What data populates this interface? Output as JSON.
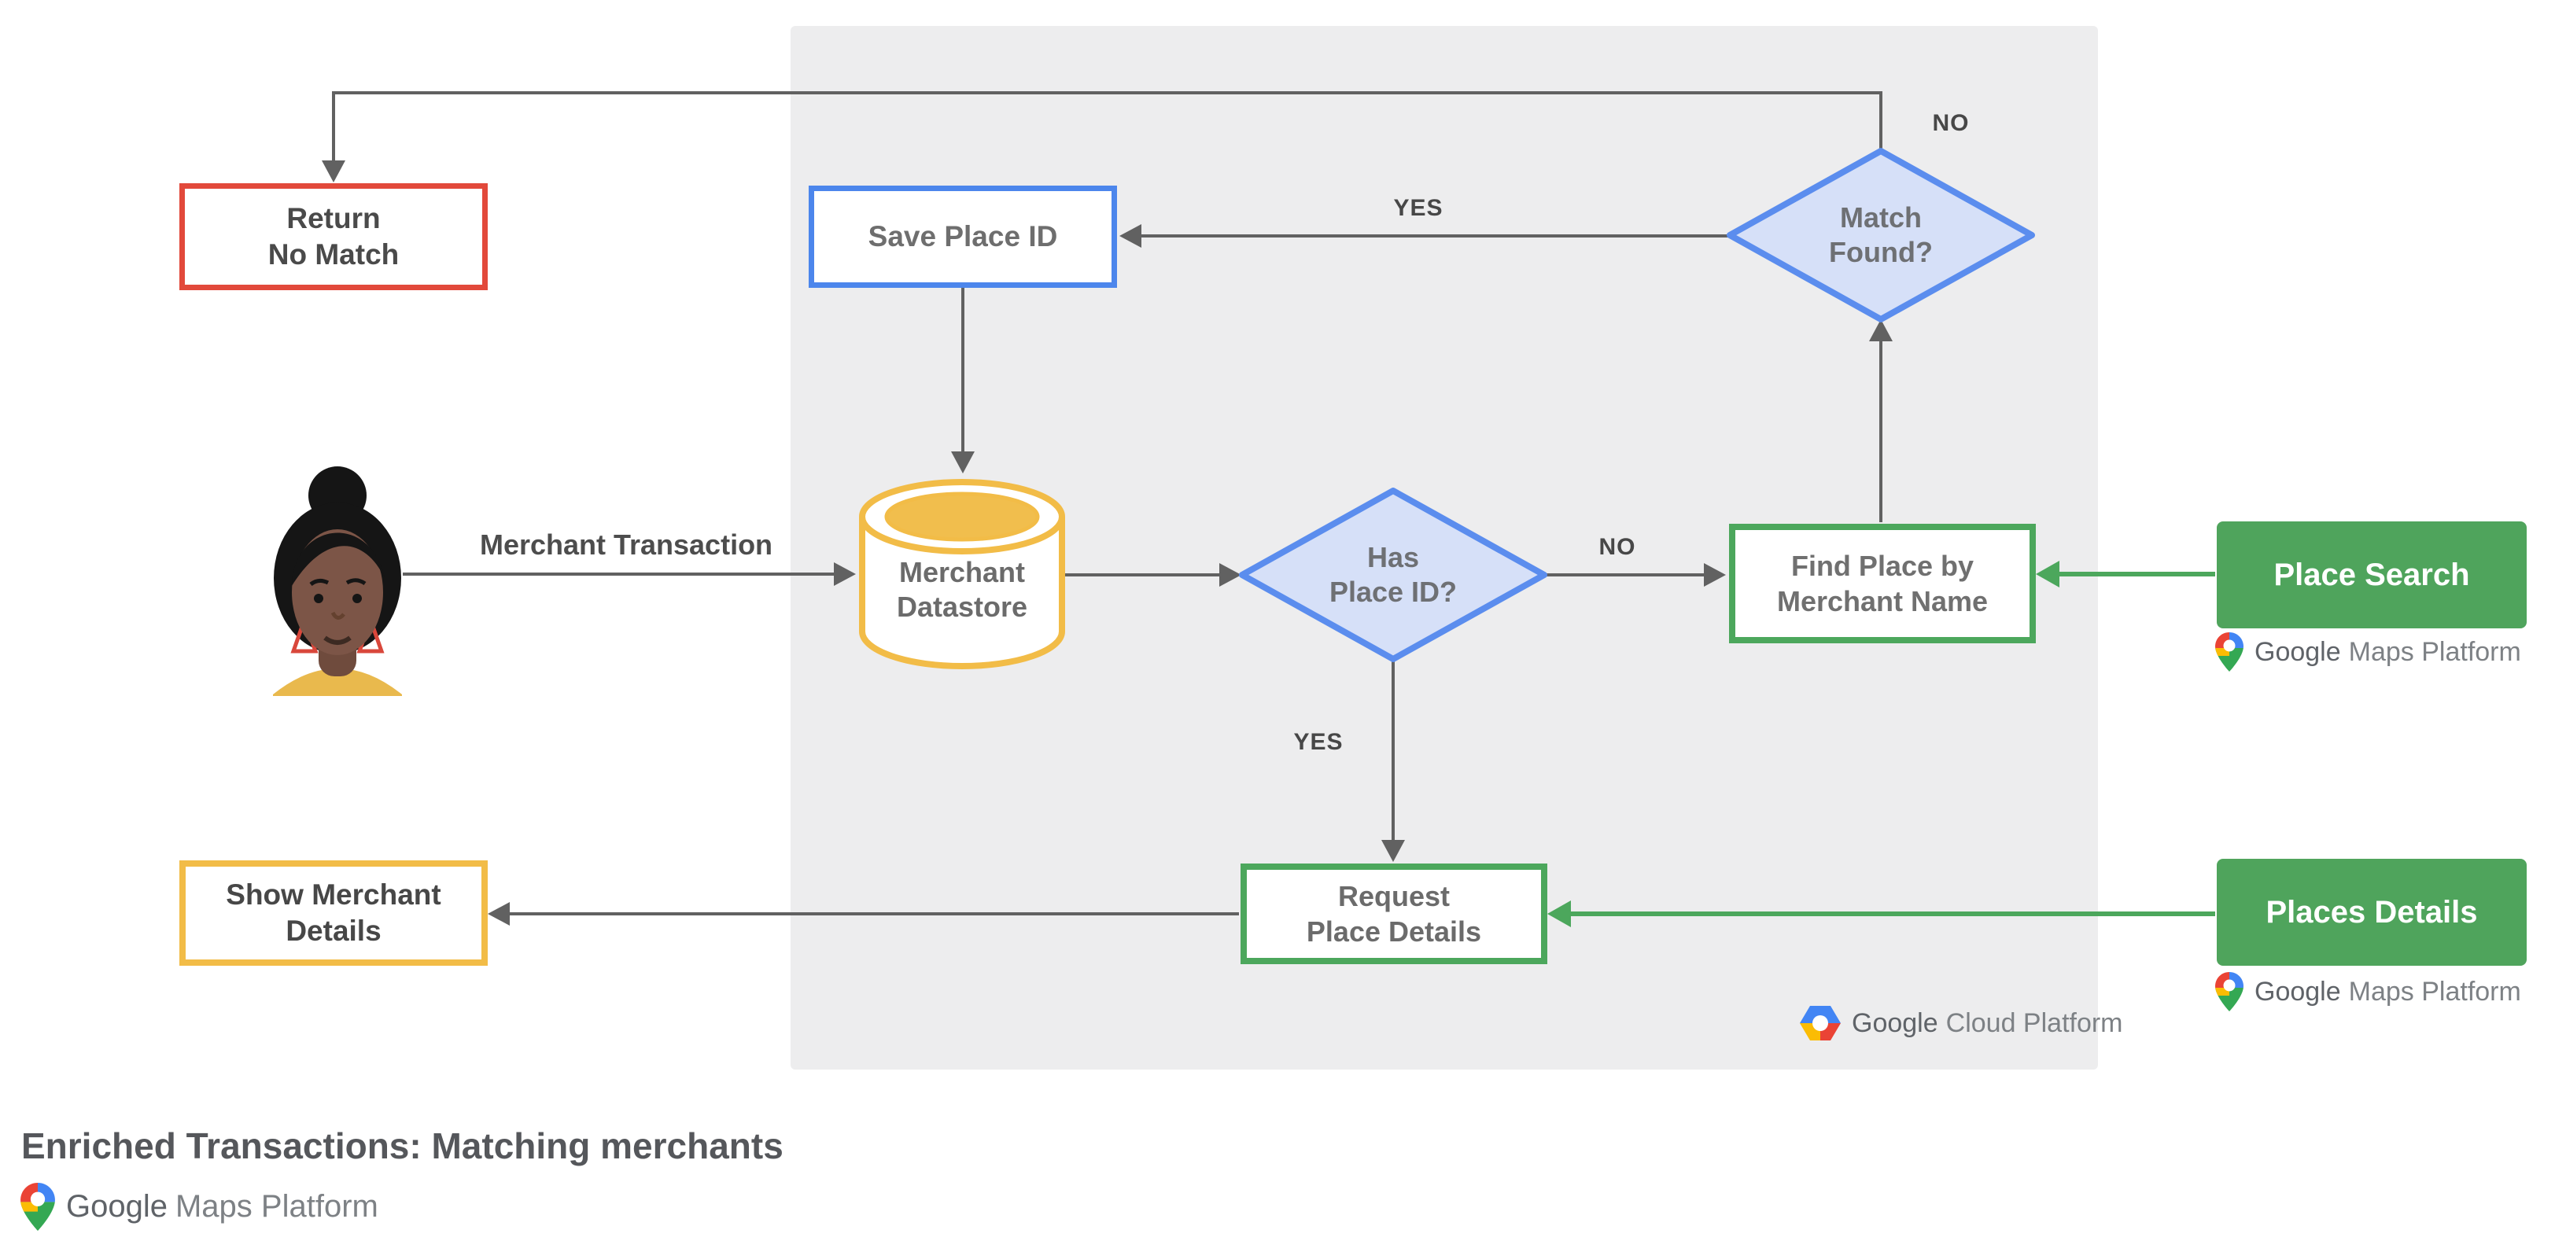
{
  "title": "Enriched Transactions: Matching merchants",
  "colors": {
    "red": "#e2493b",
    "blue": "#4c86ec",
    "diamond_fill": "#d6e0f8",
    "diamond_border": "#5b8dee",
    "yellow": "#f2bc47",
    "green": "#4ca75c",
    "green_fill": "#4fa45c",
    "line_gray": "#616161",
    "panel_gray": "#ededee"
  },
  "nodes": {
    "return_no_match": {
      "lines": [
        "Return",
        "No Match"
      ]
    },
    "save_place_id": {
      "lines": [
        "Save Place ID"
      ]
    },
    "match_found": {
      "lines": [
        "Match",
        "Found?"
      ]
    },
    "merchant_datastore": {
      "lines": [
        "Merchant",
        "Datastore"
      ]
    },
    "has_place_id": {
      "lines": [
        "Has",
        "Place ID?"
      ]
    },
    "find_place": {
      "lines": [
        "Find Place by",
        "Merchant Name"
      ]
    },
    "request_place_details": {
      "lines": [
        "Request",
        "Place Details"
      ]
    },
    "show_merchant_details": {
      "lines": [
        "Show Merchant",
        "Details"
      ]
    },
    "place_search": {
      "label": "Place Search"
    },
    "places_details": {
      "label": "Places Details"
    }
  },
  "edge_labels": {
    "no_top": "NO",
    "yes_top": "YES",
    "no_mid": "NO",
    "yes_mid": "YES",
    "merchant_transaction": "Merchant Transaction"
  },
  "logos": {
    "gcp": {
      "google": "Google",
      "product": "Cloud Platform"
    },
    "gmp": {
      "google": "Google",
      "product": "Maps Platform"
    }
  }
}
